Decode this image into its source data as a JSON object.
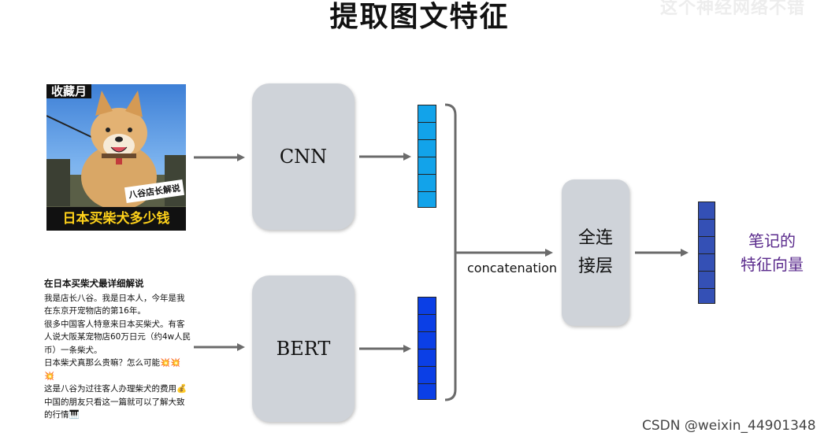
{
  "title": "提取图文特征",
  "ghost_text": "这个神经网络不错",
  "image_input": {
    "tag": "收藏月",
    "sticker": "八谷店长解说",
    "caption": "日本买柴犬多少钱"
  },
  "text_input": {
    "title": "在日本买柴犬最详细解说",
    "lines": [
      "我是店长八谷。我是日本人，今年是我",
      "在东京开宠物店的第16年。",
      "很多中国客人特意来日本买柴犬。有客",
      "人说大阪某宠物店60万日元（约4w人民",
      "币）一条柴犬。",
      "日本柴犬真那么贵嘛？怎么可能💥💥",
      "💥",
      "这是八谷为过往客人办理柴犬的费用💰",
      "中国的朋友只看这一篇就可以了解大致",
      "的行情🎹"
    ]
  },
  "models": {
    "image": "CNN",
    "text": "BERT"
  },
  "concat_label": "concatenation",
  "fc_layer": {
    "line1": "全连",
    "line2": "接层"
  },
  "output": {
    "line1": "笔记的",
    "line2": "特征向量"
  },
  "colors": {
    "cnn_vector": "#12a3ea",
    "bert_vector": "#0b3fe6",
    "output_vector": "#3450b5",
    "box": "#cfd3d9",
    "arrow": "#6b6b6b",
    "output_text": "#5a2a8c"
  },
  "watermark": "CSDN @weixin_44901348"
}
